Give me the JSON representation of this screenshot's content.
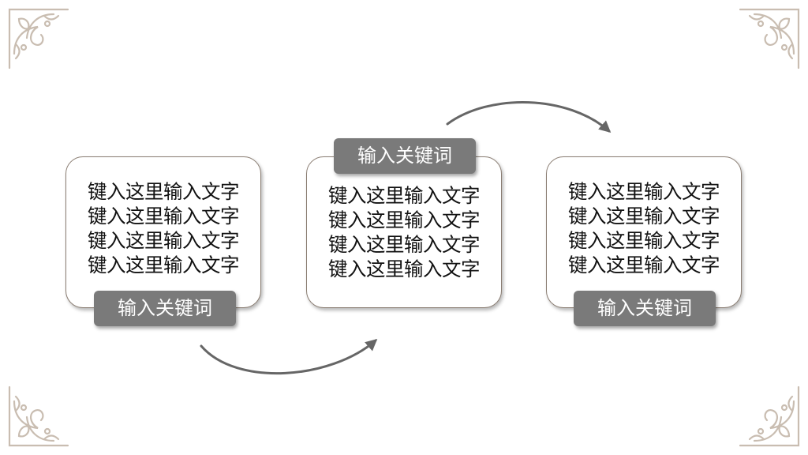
{
  "accent_color": "#7a7a7a",
  "ornament_color": "#c9bdb1",
  "cards": [
    {
      "lines": [
        "键入这里输入文字",
        "键入这里输入文字",
        "键入这里输入文字",
        "键入这里输入文字"
      ],
      "tag": "输入关键词"
    },
    {
      "lines": [
        "键入这里输入文字",
        "键入这里输入文字",
        "键入这里输入文字",
        "键入这里输入文字"
      ],
      "tag": "输入关键词"
    },
    {
      "lines": [
        "键入这里输入文字",
        "键入这里输入文字",
        "键入这里输入文字",
        "键入这里输入文字"
      ],
      "tag": "输入关键词"
    }
  ]
}
